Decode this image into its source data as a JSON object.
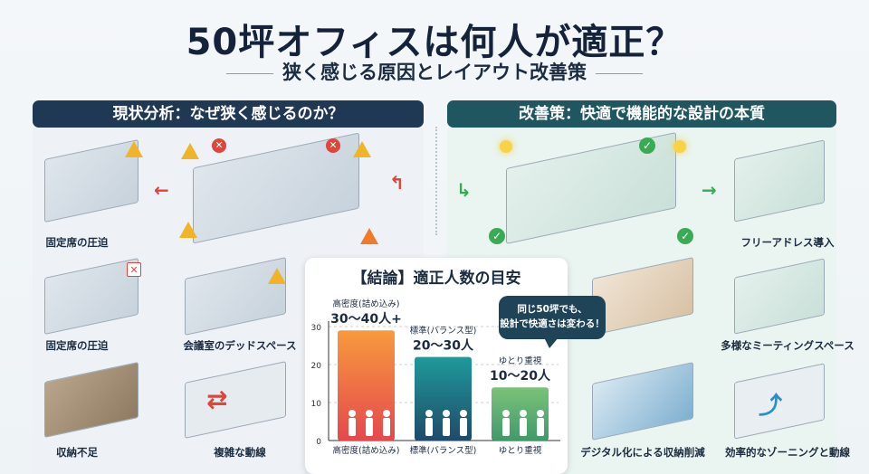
{
  "title": "50坪オフィスは何人が適正？",
  "subtitle": "狭く感じる原因とレイアウト改善策",
  "left_section": {
    "header": "現状分析：なぜ狭く感じるのか？",
    "items": [
      {
        "label": "固定席の圧迫"
      },
      {
        "label": "固定席の圧迫"
      },
      {
        "label": "会議室のデッドスペース"
      },
      {
        "label": "収納不足"
      },
      {
        "label": "複雑な動線"
      }
    ]
  },
  "right_section": {
    "header": "改善策：快適で機能的な設計の本質",
    "items": [
      {
        "label": "フリーアドレス導入"
      },
      {
        "label": "多様なミーティングスペース"
      },
      {
        "label": "デジタル化による収納削減"
      },
      {
        "label": "効率的なゾーニングと動線"
      }
    ]
  },
  "callout": {
    "line1": "同じ50坪でも、",
    "line2": "設計で快適さは変わる！"
  },
  "chart_data": {
    "type": "bar",
    "title": "【結論】適正人数の目安",
    "categories": [
      "高密度(詰め込み)",
      "標準(バランス型)",
      "ゆとり重視"
    ],
    "values": [
      29,
      22,
      14
    ],
    "data_labels": [
      {
        "name": "高密度(詰め込み)",
        "value": "30〜40人+"
      },
      {
        "name": "標準(バランス型)",
        "value": "20〜30人"
      },
      {
        "name": "ゆとり重視",
        "value": "10〜20人"
      }
    ],
    "yticks": [
      0,
      10,
      20,
      30
    ],
    "ylim": [
      0,
      33
    ],
    "grid": true,
    "colors": [
      [
        "#f79a3e",
        "#e5484d"
      ],
      [
        "#1f9a9a",
        "#1f4a6a"
      ],
      [
        "#7cc27a",
        "#3f9a6a"
      ]
    ]
  }
}
